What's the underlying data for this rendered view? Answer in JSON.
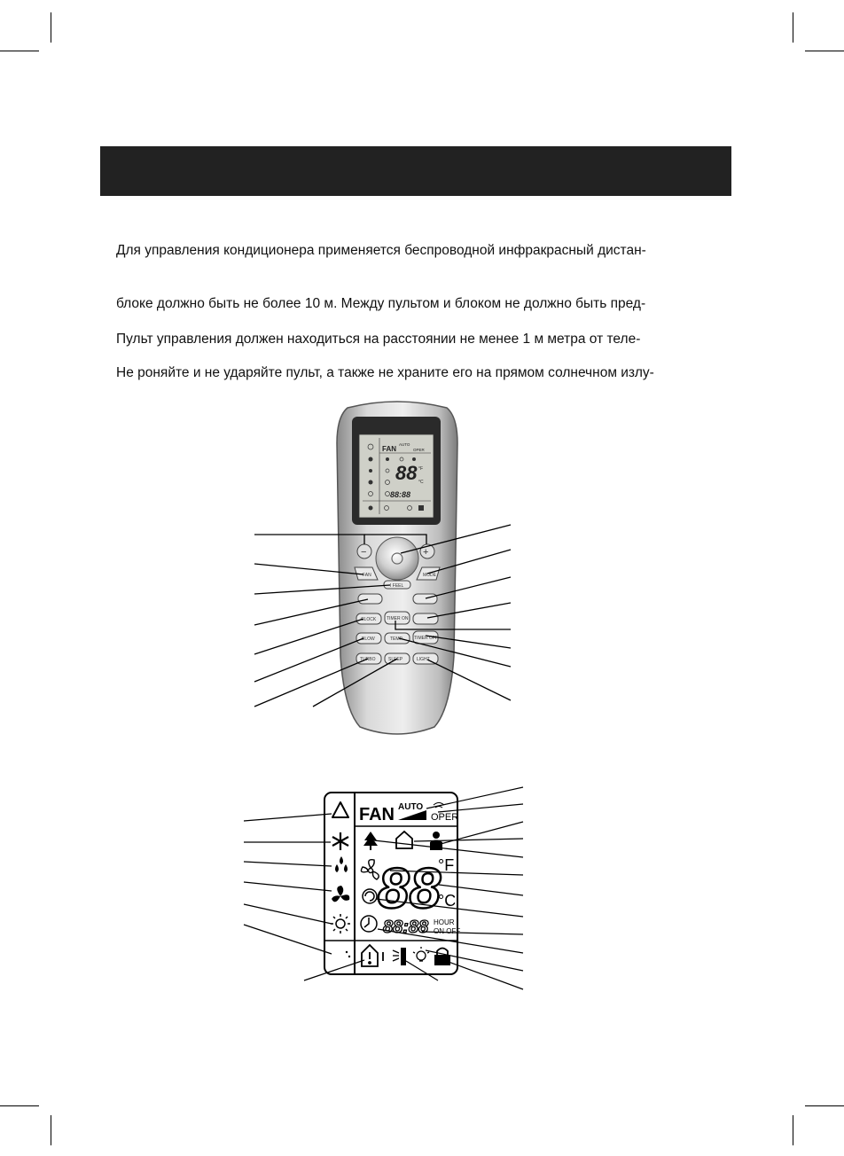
{
  "page": {
    "paragraph_lines": [
      "Для управления кондиционера применяется беспроводной инфракрасный дистан-",
      "блоке должно быть не более 10 м. Между пультом и блоком не должно быть пред-",
      "Пульт управления  должен находиться на расстоянии не менее 1 м метра от теле-",
      "Не роняйте и не ударяйте пульт, а также не храните его на прямом солнечном излу-"
    ]
  },
  "remote": {
    "button_labels": {
      "fan": "FAN",
      "mode": "MODE",
      "ifeel": "I FEEL",
      "clock": "CLOCK",
      "timer_on": "TIMER ON",
      "timer_off": "TIMER OFF",
      "blow": "BLOW",
      "temp": "TEMP",
      "turbo": "TURBO",
      "sleep": "SLEEP",
      "light": "LIGHT"
    },
    "mini_display": {
      "fan": "FAN",
      "auto": "AUTO",
      "oper": "OPER",
      "temp": "88",
      "time": "88:88",
      "unit_f": "°F",
      "unit_c": "°C"
    }
  },
  "display": {
    "fan": "FAN",
    "auto": "AUTO",
    "oper": "OPER",
    "temp": "88",
    "unit_f": "°F",
    "unit_c": "°C",
    "time": "88:88",
    "hour": "HOUR",
    "on_off": "ON OFF"
  },
  "icons": {
    "mode_column": [
      "auto-mode-icon",
      "cool-icon",
      "dry-icon",
      "fan-mode-icon",
      "heat-icon",
      "sleep-icon"
    ],
    "bottom_row": [
      "health-home-icon",
      "blow-icon",
      "light-icon",
      "lock-icon"
    ],
    "middle": [
      "tree-icon",
      "home-icon",
      "person-icon",
      "fan-blade-icon",
      "swirl-icon",
      "clock-icon"
    ]
  }
}
